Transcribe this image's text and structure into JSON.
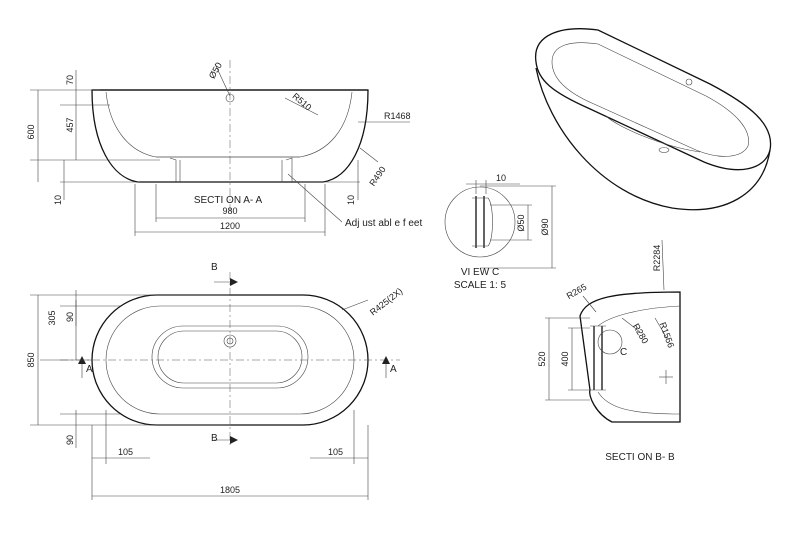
{
  "section_aa": {
    "title": "SECTI ON A- A",
    "dims": {
      "total_height": "600",
      "depth": "457",
      "rim": "70",
      "base_left": "10",
      "base_right": "10",
      "feet_width": "980",
      "base_width": "1200",
      "drain": "Ø50",
      "r_inner": "R510",
      "r_outer": "R1468",
      "r_bottom": "R490"
    },
    "note": "Adj ust abl e f eet"
  },
  "view_c": {
    "title": "VI EW C",
    "scale": "SCALE 1: 5",
    "dims": {
      "top": "10",
      "inner": "Ø50",
      "outer": "Ø90"
    }
  },
  "plan": {
    "section_marks": {
      "a": "A",
      "b": "B"
    },
    "dims": {
      "width": "850",
      "top_offset": "305",
      "rim_top": "90",
      "rim_bottom": "90",
      "left_offset": "105",
      "right_offset": "105",
      "length": "1805",
      "corner": "R425(2X)"
    }
  },
  "section_bb": {
    "title": "SECTI ON B- B",
    "dims": {
      "r_top": "R2284",
      "r_corner": "R265",
      "r_inner": "R280",
      "r_side": "R1556",
      "height": "520",
      "depth": "400",
      "detail": "C"
    }
  }
}
